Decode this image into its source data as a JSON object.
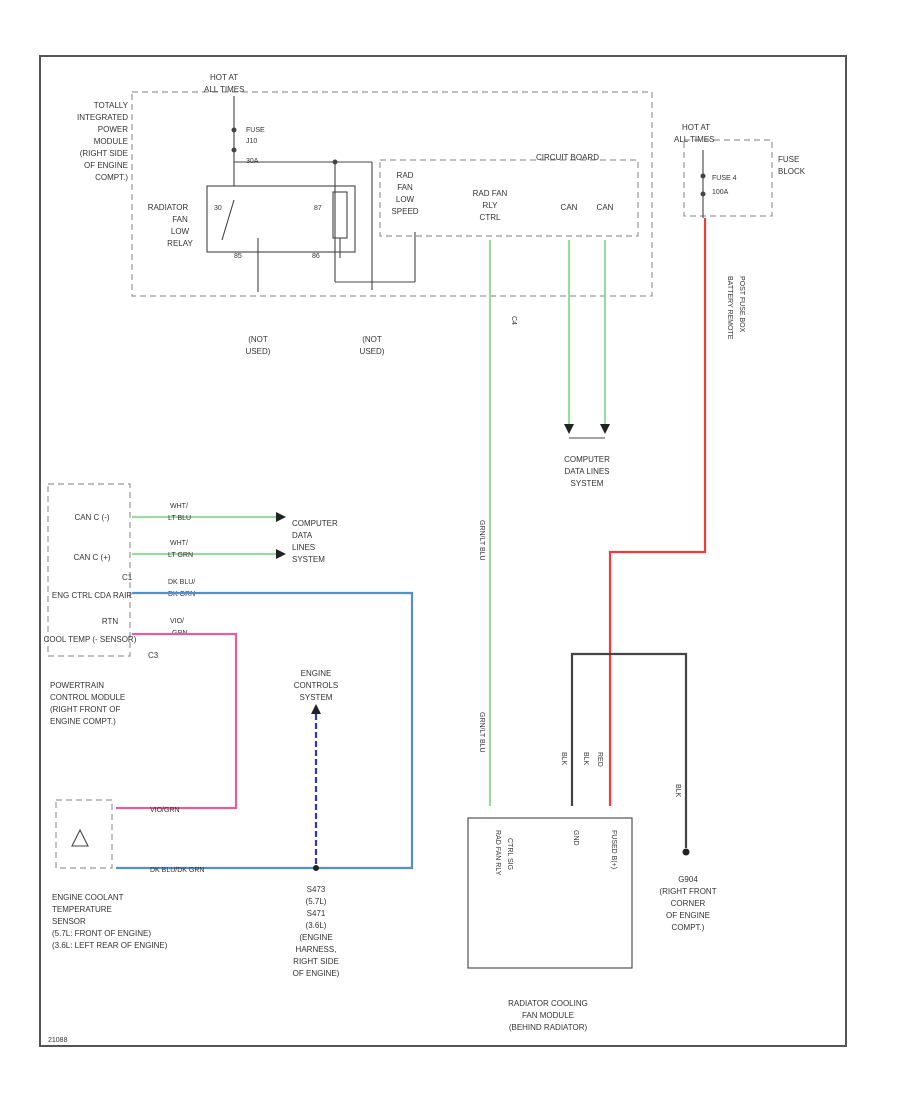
{
  "colors": {
    "border": "#555555",
    "black_wire": "#444444",
    "green_wire": "#9fd7a4",
    "red_wire": "#ee3b3b",
    "pink_wire": "#e0609b",
    "blue_wire": "#5a8fc4",
    "dark_blue_wire": "#2a3ab0"
  },
  "tipm": {
    "hot_at": "HOT AT",
    "all_times": "ALL TIMES",
    "title_lines": [
      "TOTALLY",
      "INTEGRATED",
      "POWER",
      "MODULE",
      "(RIGHT SIDE",
      "OF ENGINE",
      "COMPT.)"
    ],
    "fuse_lines": [
      "FUSE",
      "J10",
      "30A"
    ],
    "relay_lines": [
      "RADIATOR",
      "FAN",
      "LOW",
      "RELAY"
    ],
    "relay_pins": [
      "30",
      "87",
      "85",
      "86"
    ],
    "circuit_board": "CIRCUIT BOARD",
    "rad_fan_low_lines": [
      "RAD",
      "FAN",
      "LOW",
      "SPEED"
    ],
    "rad_fan_rly_lines": [
      "RAD FAN",
      "RLY",
      "CTRL"
    ],
    "can_c": "CAN",
    "not_used": [
      "(NOT",
      "USED)"
    ],
    "c4": "C4"
  },
  "fuse_block": {
    "hot_at": "HOT AT",
    "all_times": "ALL TIMES",
    "fuse_lines": [
      "FUSE 4",
      "100A"
    ],
    "label_lines": [
      "FUSE",
      "BLOCK"
    ],
    "wire_label_lines": [
      "BATTERY REMOTE",
      "POST FUSE BOX"
    ]
  },
  "computer_data_top": [
    "COMPUTER",
    "DATA LINES",
    "SYSTEM"
  ],
  "computer_data_left": [
    "COMPUTER",
    "DATA",
    "LINES",
    "SYSTEM"
  ],
  "pcm": {
    "pins": [
      "CAN C (-)",
      "CAN C (+)",
      "ENG CTRL CDA RAIR",
      "RTN",
      "COOL TEMP (- SENSOR)"
    ],
    "wire_labels": [
      "WHT/",
      "LT BLU",
      "WHT/",
      "LT GRN",
      "DK BLU/",
      "DK GRN",
      "VIO/",
      "GRN"
    ],
    "c1": "C1",
    "c3": "C3",
    "label_lines": [
      "POWERTRAIN",
      "CONTROL MODULE",
      "(RIGHT FRONT OF",
      "ENGINE COMPT.)"
    ]
  },
  "ect_sensor": {
    "label_lines": [
      "ENGINE COOLANT",
      "TEMPERATURE",
      "SENSOR",
      "(5.7L: FRONT OF ENGINE)",
      "(3.6L: LEFT REAR OF ENGINE)"
    ],
    "wire_top": "VIO/GRN",
    "wire_bottom": "DK BLU/DK GRN"
  },
  "engine_controls": [
    "ENGINE",
    "CONTROLS",
    "SYSTEM"
  ],
  "splice": [
    "S473",
    "(5.7L)",
    "S471",
    "(3.6L)",
    "(ENGINE",
    "HARNESS,",
    "RIGHT SIDE",
    "OF ENGINE)"
  ],
  "fan_module": {
    "label_lines": [
      "RADIATOR COOLING",
      "FAN MODULE",
      "(BEHIND RADIATOR)"
    ],
    "pin_lines": [
      "RAD FAN RLY",
      "CTRL SIG",
      "GND",
      "FUSED B(+)"
    ],
    "wire_label": "GRN/LT BLU",
    "wire_codes": [
      "BLK",
      "BLK",
      "RED"
    ]
  },
  "ground": {
    "label_lines": [
      "G904",
      "(RIGHT FRONT",
      "CORNER",
      "OF ENGINE",
      "COMPT.)"
    ],
    "wire": "BLK"
  },
  "footer_code": "21088"
}
